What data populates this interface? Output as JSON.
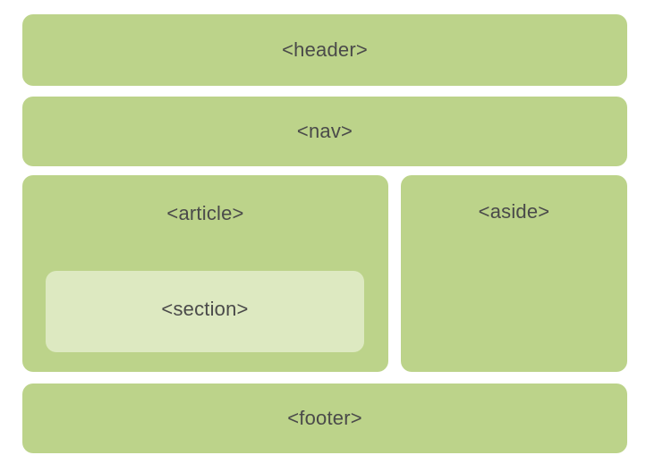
{
  "diagram": {
    "header": {
      "label": "<header>"
    },
    "nav": {
      "label": "<nav>"
    },
    "article": {
      "label": "<article>",
      "section": {
        "label": "<section>"
      }
    },
    "aside": {
      "label": "<aside>"
    },
    "footer": {
      "label": "<footer>"
    }
  },
  "colors": {
    "block": "#bcd38a",
    "nested_block": "#dde9c1",
    "text": "#4a4a4a"
  }
}
